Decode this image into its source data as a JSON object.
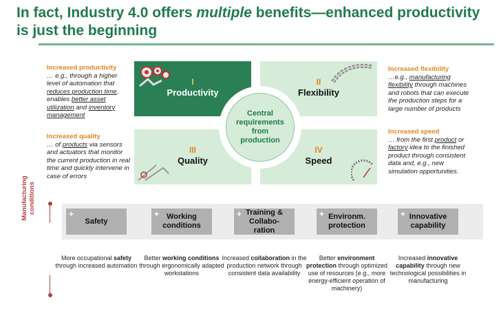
{
  "title": {
    "part1": "In fact, Industry 4.0 offers ",
    "emph": "multiple",
    "part2": " benefits—enhanced productivity is just the beginning"
  },
  "notes": {
    "productivity": {
      "head": "Increased productivity",
      "t1": "… e.g., through a higher level of automation that ",
      "u1": "reduces production time",
      "t2": ", enables ",
      "u2": "better asset utilization",
      "t3": " and ",
      "u3": "inventory management"
    },
    "quality": {
      "head": "Increased quality",
      "t1": "… of ",
      "u1": "products",
      "t2": " via sensors and actuators that monitor the current production in real time and quickly intervene in case of errors"
    },
    "flexibility": {
      "head": "Increased flexibility",
      "t1": "…e.g., ",
      "u1": "manufacturing flexibility",
      "t2": " through machines and robots that can execute the production steps for a large number of products"
    },
    "speed": {
      "head": "Increased speed",
      "t1": "… from the first ",
      "u1": "product",
      "t2": " or ",
      "u2": "factory",
      "t3": " idea to the finished product through consistent data and, e.g., new simulation opportunities."
    }
  },
  "quadrants": [
    {
      "num": "I",
      "label": "Productivity"
    },
    {
      "num": "II",
      "label": "Flexibility"
    },
    {
      "num": "III",
      "label": "Quality"
    },
    {
      "num": "IV",
      "label": "Speed"
    }
  ],
  "center": "Central\nrequirements\nfrom\nproduction",
  "manufacturing_label": "Manufacturing\nconditions",
  "conditions": [
    {
      "label": "Safety",
      "pre": "More occupational ",
      "bold": "safety",
      "post": " through increased automation"
    },
    {
      "label": "Working\nconditions",
      "pre": "Better ",
      "bold": "working conditions",
      "post": " through ergonomically adapted workstations"
    },
    {
      "label": "Training &\nCollabo-\nration",
      "pre": "Increased ",
      "bold": "collaboration",
      "post": " in the production network through consistent data availability"
    },
    {
      "label": "Environm.\nprotection",
      "pre": "Better ",
      "bold": "environment protection",
      "post": " through optimized use of resources (e.g., more energy-efficient operation of machinery)"
    },
    {
      "label": "Innovative\ncapability",
      "pre": "Increased ",
      "bold": "innovative capability",
      "post": " through new technological possibilities in manufacturing"
    }
  ],
  "plus_symbol": "+",
  "colors": {
    "title_green": "#1f7a4d",
    "accent_orange": "#e0851f",
    "dark_green": "#2a7f55",
    "light_green": "#d6ecd9",
    "side_red": "#b04040"
  }
}
